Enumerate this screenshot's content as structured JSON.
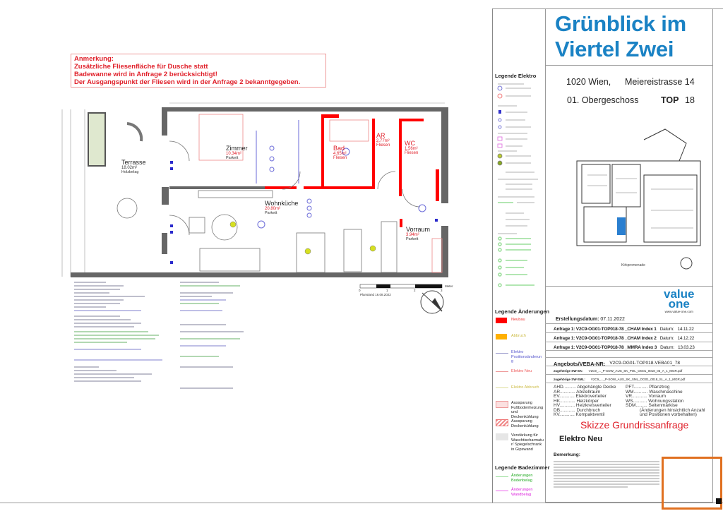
{
  "note": {
    "title": "Anmerkung:",
    "lines": [
      "Zusätzliche Fliesenfläche für Dusche statt",
      "Badewanne wird in Anfrage 2 berücksichtigt!",
      "Der Ausgangspunkt der Fliesen wird in der Anfrage 2 bekanntgegeben."
    ]
  },
  "rooms": [
    {
      "name": "Terrasse",
      "area": "18.02m²",
      "floor": "Holzbelag"
    },
    {
      "name": "Zimmer",
      "area": "10.34m²",
      "floor": "Parkett"
    },
    {
      "name": "Wohnküche",
      "area": "20.80m²",
      "floor": "Parkett"
    },
    {
      "name": "Bad",
      "area": "4.65m²",
      "floor": "Fliesen"
    },
    {
      "name": "AR",
      "area": "2.77m²",
      "floor": "Fliesen"
    },
    {
      "name": "WC",
      "area": "1.56m²",
      "floor": "Fliesen"
    },
    {
      "name": "Vorraum",
      "area": "3.94m²",
      "floor": "Parkett"
    }
  ],
  "scale": {
    "ticks": [
      "0",
      "1",
      "2",
      "3"
    ],
    "unit": "Meter",
    "planstand": "Planstand 16.08.2022"
  },
  "project": {
    "title_line1": "Grünblick im",
    "title_line2": "Viertel Zwei",
    "city": "1020 Wien,",
    "street": "Meiereistrasse 14",
    "floor": "01. Obergeschoss",
    "top_label": "TOP",
    "top_number": "18"
  },
  "site_plan": {
    "label": "Kirkpromenade"
  },
  "logo": {
    "line1": "value",
    "line2": "one",
    "url": "www.value-one.com"
  },
  "created": {
    "label": "Erstellungsdatum:",
    "date": "07.11.2022"
  },
  "requests": [
    {
      "label": "Anfrage 1: V2C9-OG01-TOP018-78 _CHAM Index 1",
      "date_label": "Datum:",
      "date": "14.11.22"
    },
    {
      "label": "Anfrage 1: V2C9-OG01-TOP018-78 _CHAM Index 2",
      "date_label": "Datum:",
      "date": "14.12.22"
    },
    {
      "label": "Anfrage 1: V2C9-OG01-TOP018-78 _MMRA Index 3",
      "date_label": "Datum:",
      "date": "13.03.23"
    }
  ],
  "offer": {
    "label": "Angebots/VEBA-NR:",
    "value": "V2C9-OG01-TOP018-VEBA01_78"
  },
  "files": [
    {
      "label": "zugehörige SW-SK:",
      "value": "V2C9_..._P-SOW_AUS_SK_POL_OG01_0018_03_A_1_MGR.pdf"
    },
    {
      "label": "zugehörige SW-SML:",
      "value": "V2C9_..._P-SOW_AUS_SK_SML_OG01_0018_SL_A_1_MGR.pdf"
    }
  ],
  "abbreviations_left": [
    "AHD.......... Abgehängte Decke",
    "AR............ Abstellraum",
    "EV............ Elektroverteiler",
    "HK............ Heizkörper",
    "HV............ Heizkreisverteiler",
    "DB............ Durchbruch",
    "KV............ Kompaktventil"
  ],
  "abbreviations_right": [
    "PFT........... Pflanztrog",
    "WM........... Waschmaschine",
    "VR............ Vorraum",
    "WS........... Wohnungsstation",
    "SDM......... Seitenmarkise",
    "(Änderungen hinsichtlich Anzahl",
    "und Positionen vorbehalten)"
  ],
  "sketch_title": "Skizze Grundrissanfrage",
  "section_title": "Elektro Neu",
  "remark_label": "Bemerkung:",
  "legend_elektro": {
    "title": "Legende Elektro"
  },
  "legend_changes": {
    "title": "Legende Änderungen",
    "items": [
      {
        "label": "Neubau",
        "color": "#ff0000"
      },
      {
        "label": "Abbruch",
        "color": "#ffb000"
      },
      {
        "label": "Elektro Positionsänderung",
        "color": "#3333cc"
      },
      {
        "label": "Elektro Neu",
        "color": "#e0202a"
      },
      {
        "label": "Elektro Abbruch",
        "color": "#d4b400"
      },
      {
        "label": "Aussparung Fußbodenheizung und Deckenkühlung",
        "color": "#f7c9c9"
      },
      {
        "label": "Aussparung Deckenkühlung",
        "color": "#f08a8a"
      },
      {
        "label": "Verstärkung für Waschtischarmatur/ Spiegelschrank in Gipswand",
        "color": "#e6e6e6"
      }
    ]
  },
  "legend_bath": {
    "title": "Legende Badezimmer",
    "items": [
      {
        "label": "Änderungen Bodenbelag",
        "color": "#22aa22"
      },
      {
        "label": "Änderungen Wandbelag",
        "color": "#dd22dd"
      }
    ]
  },
  "colors": {
    "brand": "#1a82c4",
    "accent_red": "#e0202a",
    "wall": "#666666",
    "new_wall": "#ff0000",
    "selection": "#e07020"
  }
}
